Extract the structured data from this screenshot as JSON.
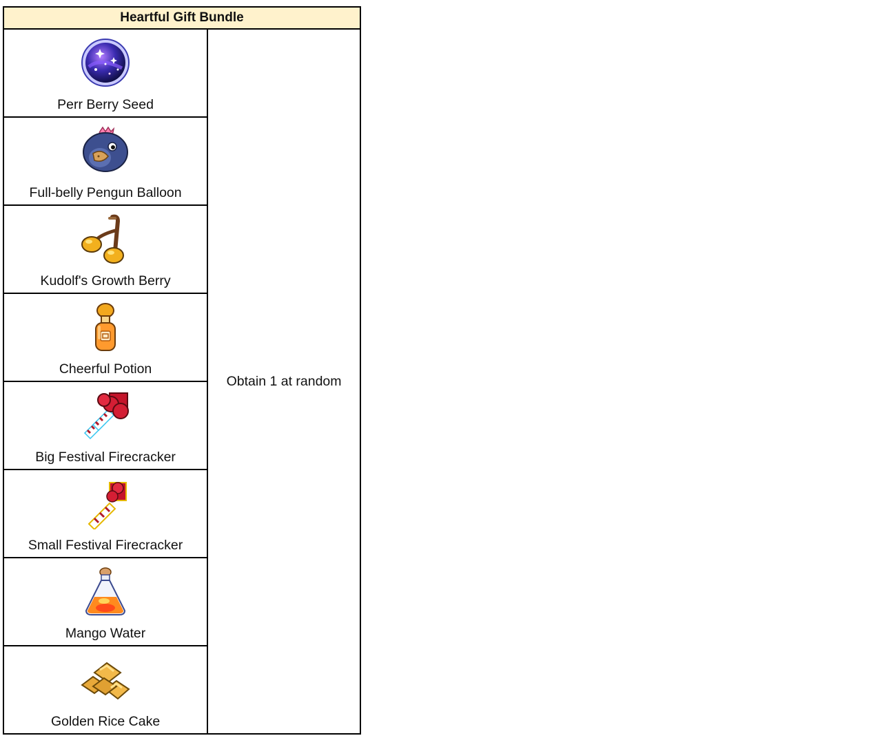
{
  "bundle": {
    "title": "Heartful Gift Bundle",
    "note": "Obtain 1 at random",
    "header_color": "#fff2cc",
    "items": [
      {
        "label": "Perr Berry Seed",
        "icon": "galaxy-orb-icon"
      },
      {
        "label": "Full-belly Pengun Balloon",
        "icon": "penguin-balloon-icon"
      },
      {
        "label": "Kudolf's Growth Berry",
        "icon": "golden-berry-icon"
      },
      {
        "label": "Cheerful Potion",
        "icon": "orange-potion-icon"
      },
      {
        "label": "Big Festival Firecracker",
        "icon": "big-firecracker-icon"
      },
      {
        "label": "Small Festival Firecracker",
        "icon": "small-firecracker-icon"
      },
      {
        "label": "Mango Water",
        "icon": "mango-flask-icon"
      },
      {
        "label": "Golden Rice Cake",
        "icon": "rice-cake-icon"
      }
    ]
  }
}
